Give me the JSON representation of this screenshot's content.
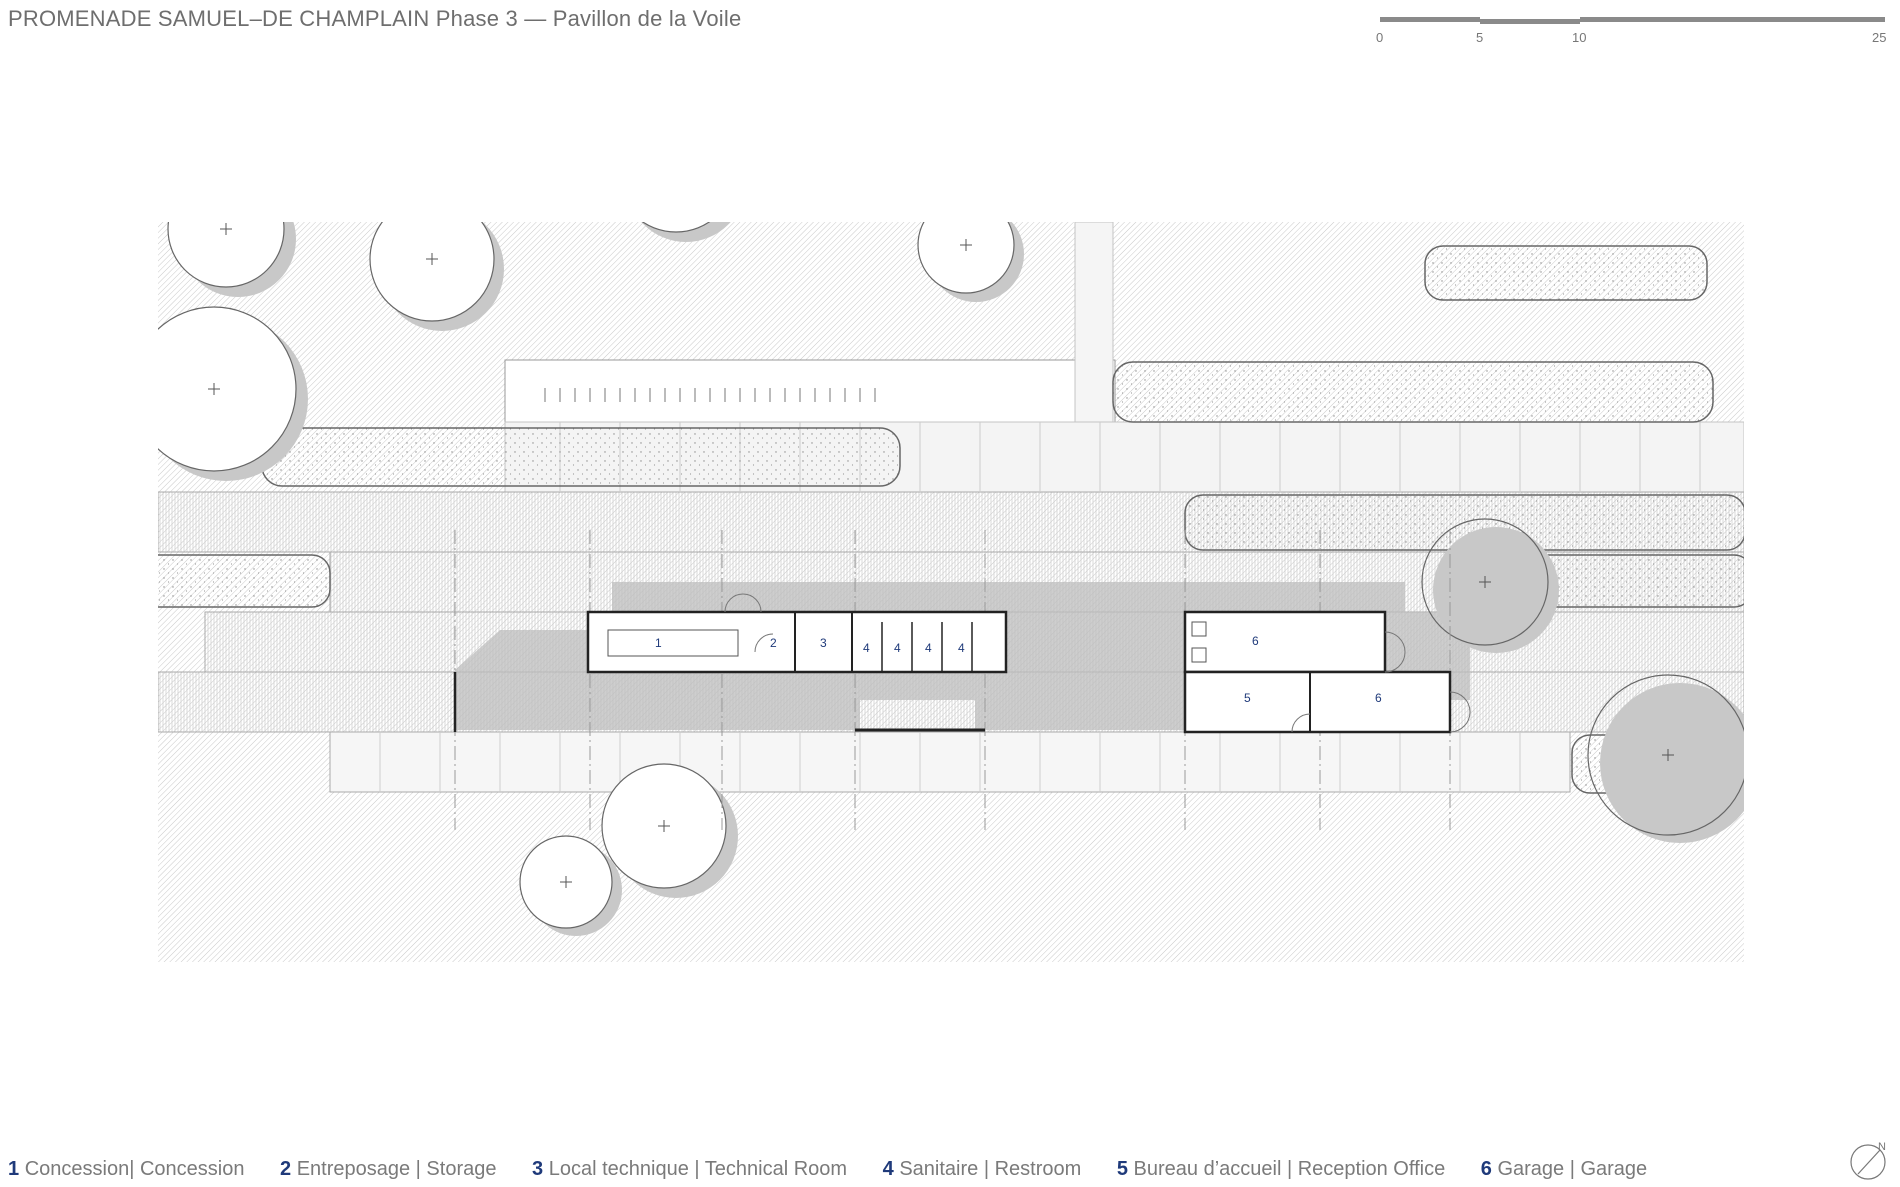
{
  "title": "PROMENADE SAMUEL–DE CHAMPLAIN Phase 3 — Pavillon de la Voile",
  "scale": {
    "ticks": [
      "0",
      "5",
      "10",
      "25"
    ]
  },
  "rooms": {
    "r1": "1",
    "r2": "2",
    "r3": "3",
    "r4a": "4",
    "r4b": "4",
    "r4c": "4",
    "r4d": "4",
    "r5": "5",
    "r6a": "6",
    "r6b": "6"
  },
  "legend": [
    {
      "num": "1",
      "text": "Concession| Concession"
    },
    {
      "num": "2",
      "text": "Entreposage | Storage"
    },
    {
      "num": "3",
      "text": "Local technique | Technical Room"
    },
    {
      "num": "4",
      "text": "Sanitaire | Restroom"
    },
    {
      "num": "5",
      "text": "Bureau d’accueil | Reception Office"
    },
    {
      "num": "6",
      "text": "Garage | Garage"
    }
  ],
  "north": "N",
  "colors": {
    "accent": "#1f3a7a",
    "shadow": "#bdbdbd",
    "line": "#555555"
  }
}
